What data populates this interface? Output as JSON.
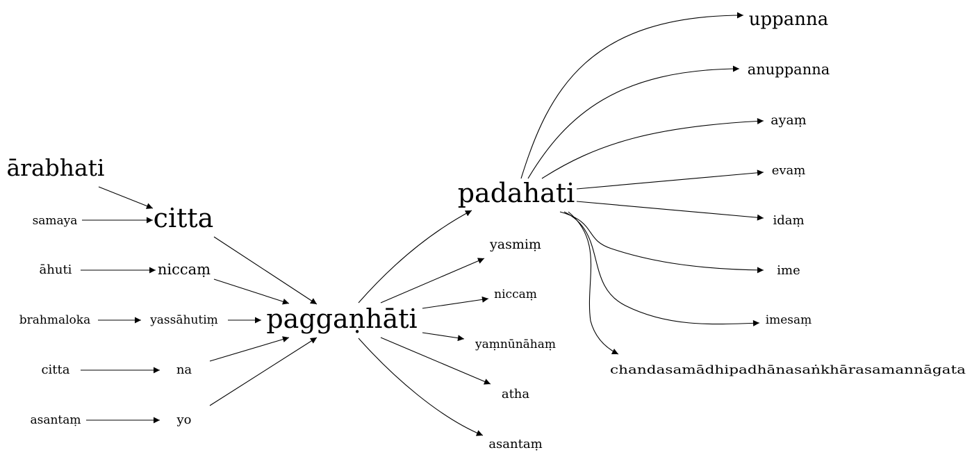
{
  "nodes": {
    "arabhati": "ārabhati",
    "samaya": "samaya",
    "ahuti": "āhuti",
    "brahmaloka": "brahmaloka",
    "citta_left": "citta",
    "asantam_left": "asantaṃ",
    "citta": "citta",
    "niccam_left": "niccaṃ",
    "yassahutim": "yassāhutiṃ",
    "na": "na",
    "yo": "yo",
    "paggahati": "paggaṇhāti",
    "padahati": "padahati",
    "yasmim": "yasmiṃ",
    "niccam_right": "niccaṃ",
    "yamnunaham": "yaṃnūnāhaṃ",
    "atha": "atha",
    "asantam_right": "asantaṃ",
    "uppanna": "uppanna",
    "anuppanna": "anuppanna",
    "ayam": "ayaṃ",
    "evam": "evaṃ",
    "idam": "idaṃ",
    "ime": "ime",
    "imesam": "imesaṃ",
    "chanda": "chandasamādhipadhānasaṅkhārasamannāgata"
  }
}
